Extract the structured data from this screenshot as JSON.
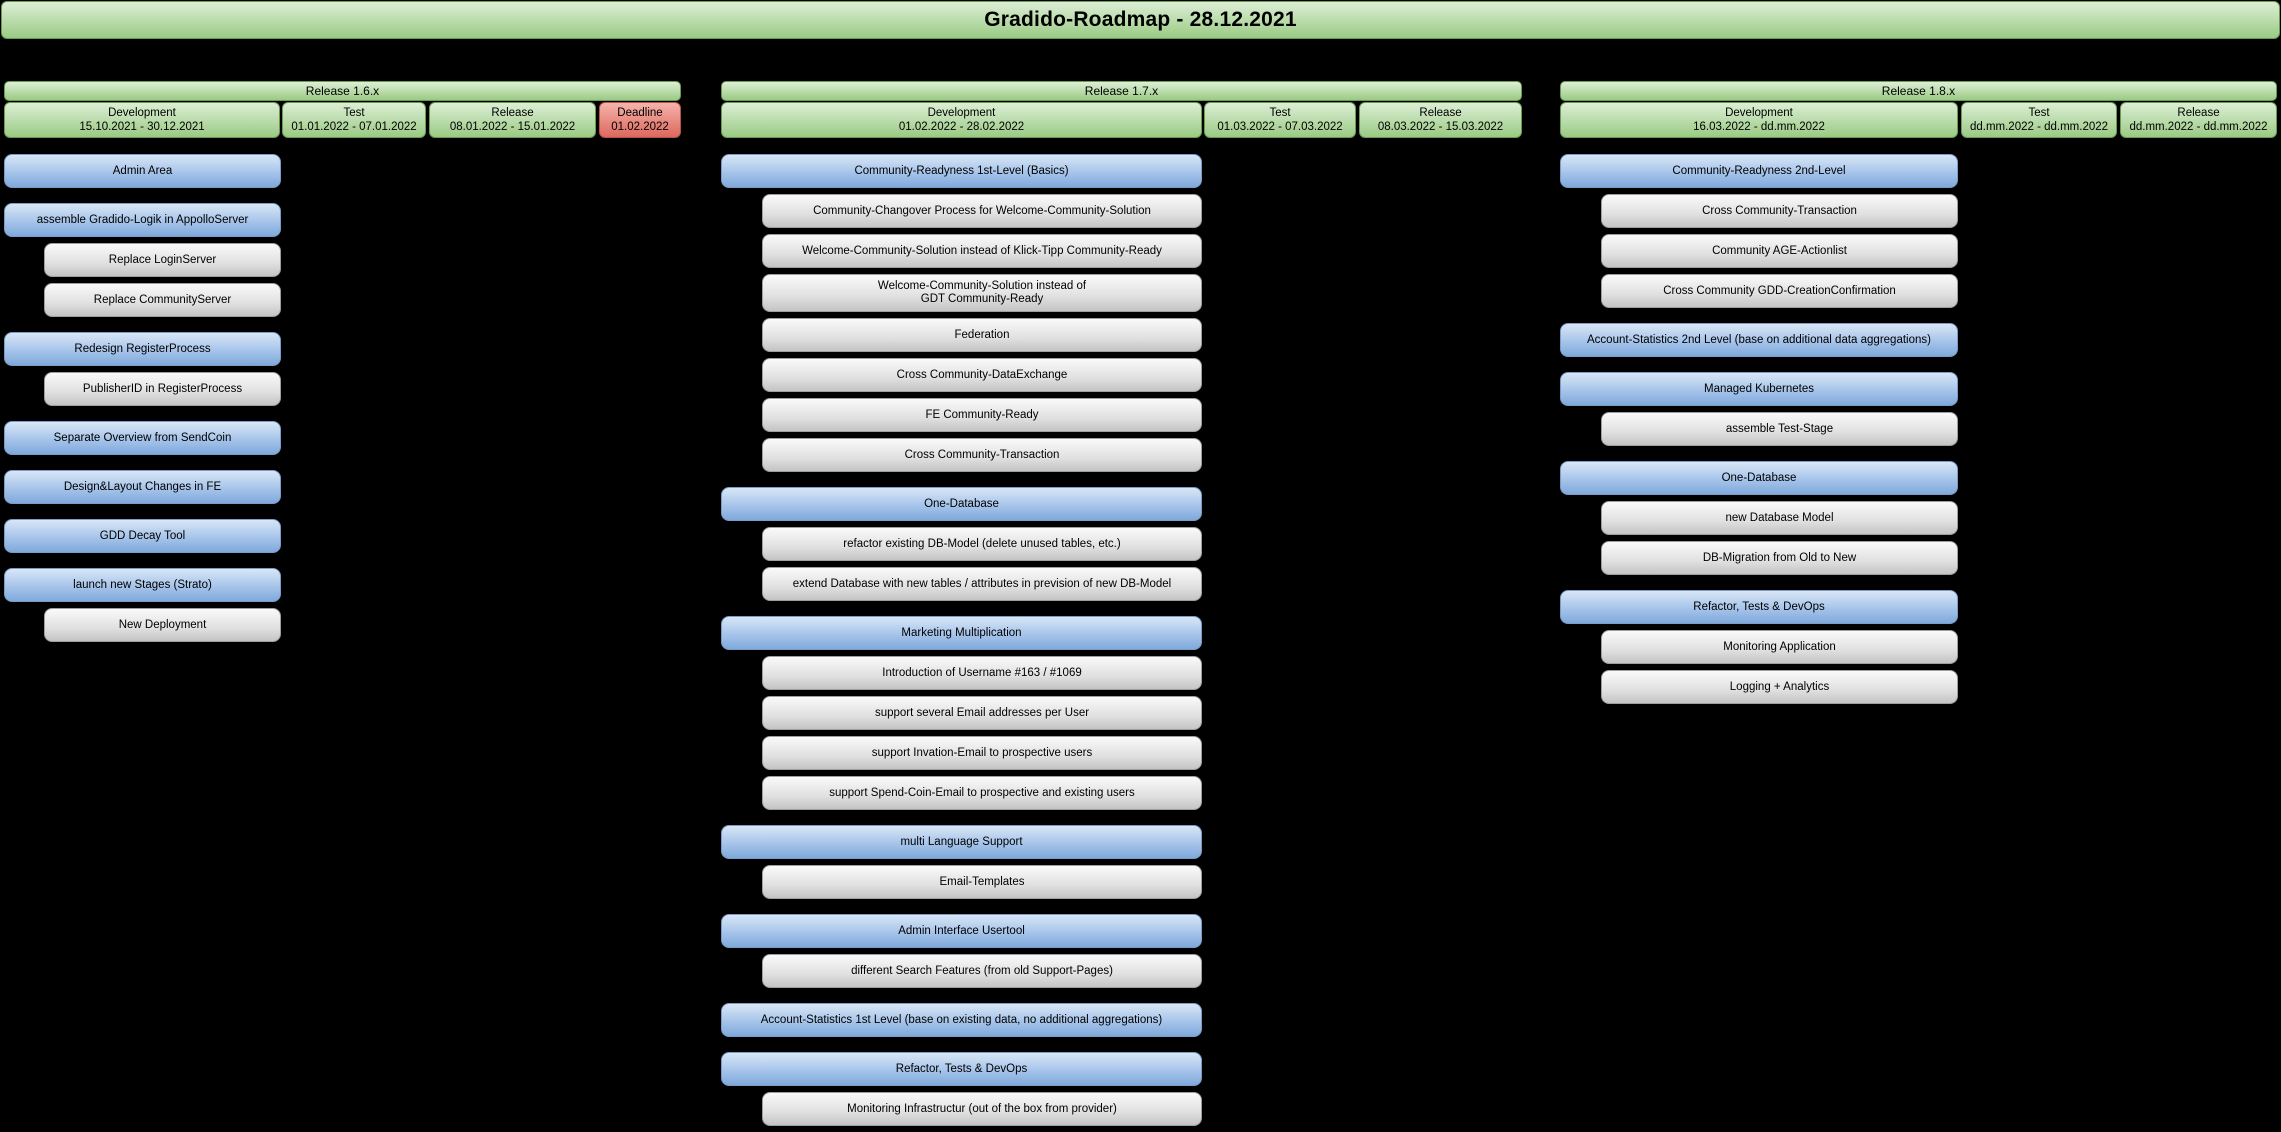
{
  "title": "Gradido-Roadmap - 28.12.2021",
  "colors": {
    "background": "#000000",
    "text": "#000000",
    "green_top": "#ddefd5",
    "green_bottom": "#9aca84",
    "green_border": "#6b9a52",
    "blue_top": "#d8e6f6",
    "blue_mid": "#a6c4ea",
    "blue_bottom": "#7fa9db",
    "blue_border": "#7a9cc6",
    "gray_top": "#fafafa",
    "gray_mid": "#e0e0e0",
    "gray_bottom": "#c4c4c4",
    "gray_border": "#9e9e9e",
    "red_top": "#f5b3ab",
    "red_bottom": "#dd685d",
    "red_border": "#b5524b"
  },
  "releases": [
    {
      "name": "Release 1.6.x",
      "phases": [
        {
          "label": "Development",
          "dates": "15.10.2021 - 30.12.2021",
          "style": "green"
        },
        {
          "label": "Test",
          "dates": "01.01.2022 - 07.01.2022",
          "style": "green"
        },
        {
          "label": "Release",
          "dates": "08.01.2022 - 15.01.2022",
          "style": "green"
        },
        {
          "label": "Deadline",
          "dates": "01.02.2022",
          "style": "red"
        }
      ],
      "tasks": [
        {
          "label": "Admin Area",
          "indent": 0,
          "new_group": true
        },
        {
          "label": "assemble Gradido-Logik in AppolloServer",
          "indent": 0,
          "new_group": true
        },
        {
          "label": "Replace LoginServer",
          "indent": 1
        },
        {
          "label": "Replace CommunityServer",
          "indent": 1
        },
        {
          "label": "Redesign RegisterProcess",
          "indent": 0,
          "new_group": true
        },
        {
          "label": "PublisherID in RegisterProcess",
          "indent": 1
        },
        {
          "label": "Separate Overview from SendCoin",
          "indent": 0,
          "new_group": true
        },
        {
          "label": "Design&Layout Changes in FE",
          "indent": 0,
          "new_group": true
        },
        {
          "label": "GDD Decay Tool",
          "indent": 0,
          "new_group": true
        },
        {
          "label": "launch new Stages (Strato)",
          "indent": 0,
          "new_group": true
        },
        {
          "label": "New Deployment",
          "indent": 1
        }
      ]
    },
    {
      "name": "Release 1.7.x",
      "phases": [
        {
          "label": "Development",
          "dates": "01.02.2022 - 28.02.2022",
          "style": "green"
        },
        {
          "label": "Test",
          "dates": "01.03.2022 - 07.03.2022",
          "style": "green"
        },
        {
          "label": "Release",
          "dates": "08.03.2022 - 15.03.2022",
          "style": "green"
        }
      ],
      "tasks": [
        {
          "label": "Community-Readyness 1st-Level (Basics)",
          "indent": 0,
          "new_group": true
        },
        {
          "label": "Community-Changover Process for Welcome-Community-Solution",
          "indent": 1
        },
        {
          "label": "Welcome-Community-Solution instead of Klick-Tipp Community-Ready",
          "indent": 1
        },
        {
          "label": "Welcome-Community-Solution instead of\nGDT Community-Ready",
          "indent": 1,
          "tall": true
        },
        {
          "label": "Federation",
          "indent": 1
        },
        {
          "label": "Cross Community-DataExchange",
          "indent": 1
        },
        {
          "label": "FE Community-Ready",
          "indent": 1
        },
        {
          "label": "Cross Community-Transaction",
          "indent": 1
        },
        {
          "label": "One-Database",
          "indent": 0,
          "new_group": true
        },
        {
          "label": "refactor existing DB-Model (delete unused tables, etc.)",
          "indent": 1
        },
        {
          "label": "extend Database with new tables / attributes in prevision of new DB-Model",
          "indent": 1
        },
        {
          "label": "Marketing Multiplication",
          "indent": 0,
          "new_group": true
        },
        {
          "label": "Introduction of Username #163 / #1069",
          "indent": 1
        },
        {
          "label": "support several Email addresses per User",
          "indent": 1
        },
        {
          "label": "support Invation-Email to prospective users",
          "indent": 1
        },
        {
          "label": "support Spend-Coin-Email to prospective and existing users",
          "indent": 1
        },
        {
          "label": "multi Language Support",
          "indent": 0,
          "new_group": true
        },
        {
          "label": "Email-Templates",
          "indent": 1
        },
        {
          "label": "Admin Interface Usertool",
          "indent": 0,
          "new_group": true
        },
        {
          "label": "different Search Features (from old Support-Pages)",
          "indent": 1
        },
        {
          "label": "Account-Statistics 1st Level (base on existing data, no additional aggregations)",
          "indent": 0,
          "new_group": true
        },
        {
          "label": "Refactor, Tests & DevOps",
          "indent": 0,
          "new_group": true
        },
        {
          "label": "Monitoring Infrastructur (out of the box from provider)",
          "indent": 1
        }
      ]
    },
    {
      "name": "Release 1.8.x",
      "phases": [
        {
          "label": "Development",
          "dates": "16.03.2022 - dd.mm.2022",
          "style": "green"
        },
        {
          "label": "Test",
          "dates": "dd.mm.2022 - dd.mm.2022",
          "style": "green"
        },
        {
          "label": "Release",
          "dates": "dd.mm.2022 - dd.mm.2022",
          "style": "green"
        }
      ],
      "tasks": [
        {
          "label": "Community-Readyness 2nd-Level",
          "indent": 0,
          "new_group": true
        },
        {
          "label": "Cross Community-Transaction",
          "indent": 1
        },
        {
          "label": "Community AGE-Actionlist",
          "indent": 1
        },
        {
          "label": "Cross Community GDD-CreationConfirmation",
          "indent": 1
        },
        {
          "label": "Account-Statistics 2nd Level (base on additional data aggregations)",
          "indent": 0,
          "new_group": true
        },
        {
          "label": "Managed Kubernetes",
          "indent": 0,
          "new_group": true
        },
        {
          "label": "assemble Test-Stage",
          "indent": 1
        },
        {
          "label": "One-Database",
          "indent": 0,
          "new_group": true
        },
        {
          "label": "new Database Model",
          "indent": 1
        },
        {
          "label": "DB-Migration from Old to New",
          "indent": 1
        },
        {
          "label": "Refactor, Tests & DevOps",
          "indent": 0,
          "new_group": true
        },
        {
          "label": "Monitoring Application",
          "indent": 1
        },
        {
          "label": "Logging + Analytics",
          "indent": 1
        }
      ]
    }
  ]
}
